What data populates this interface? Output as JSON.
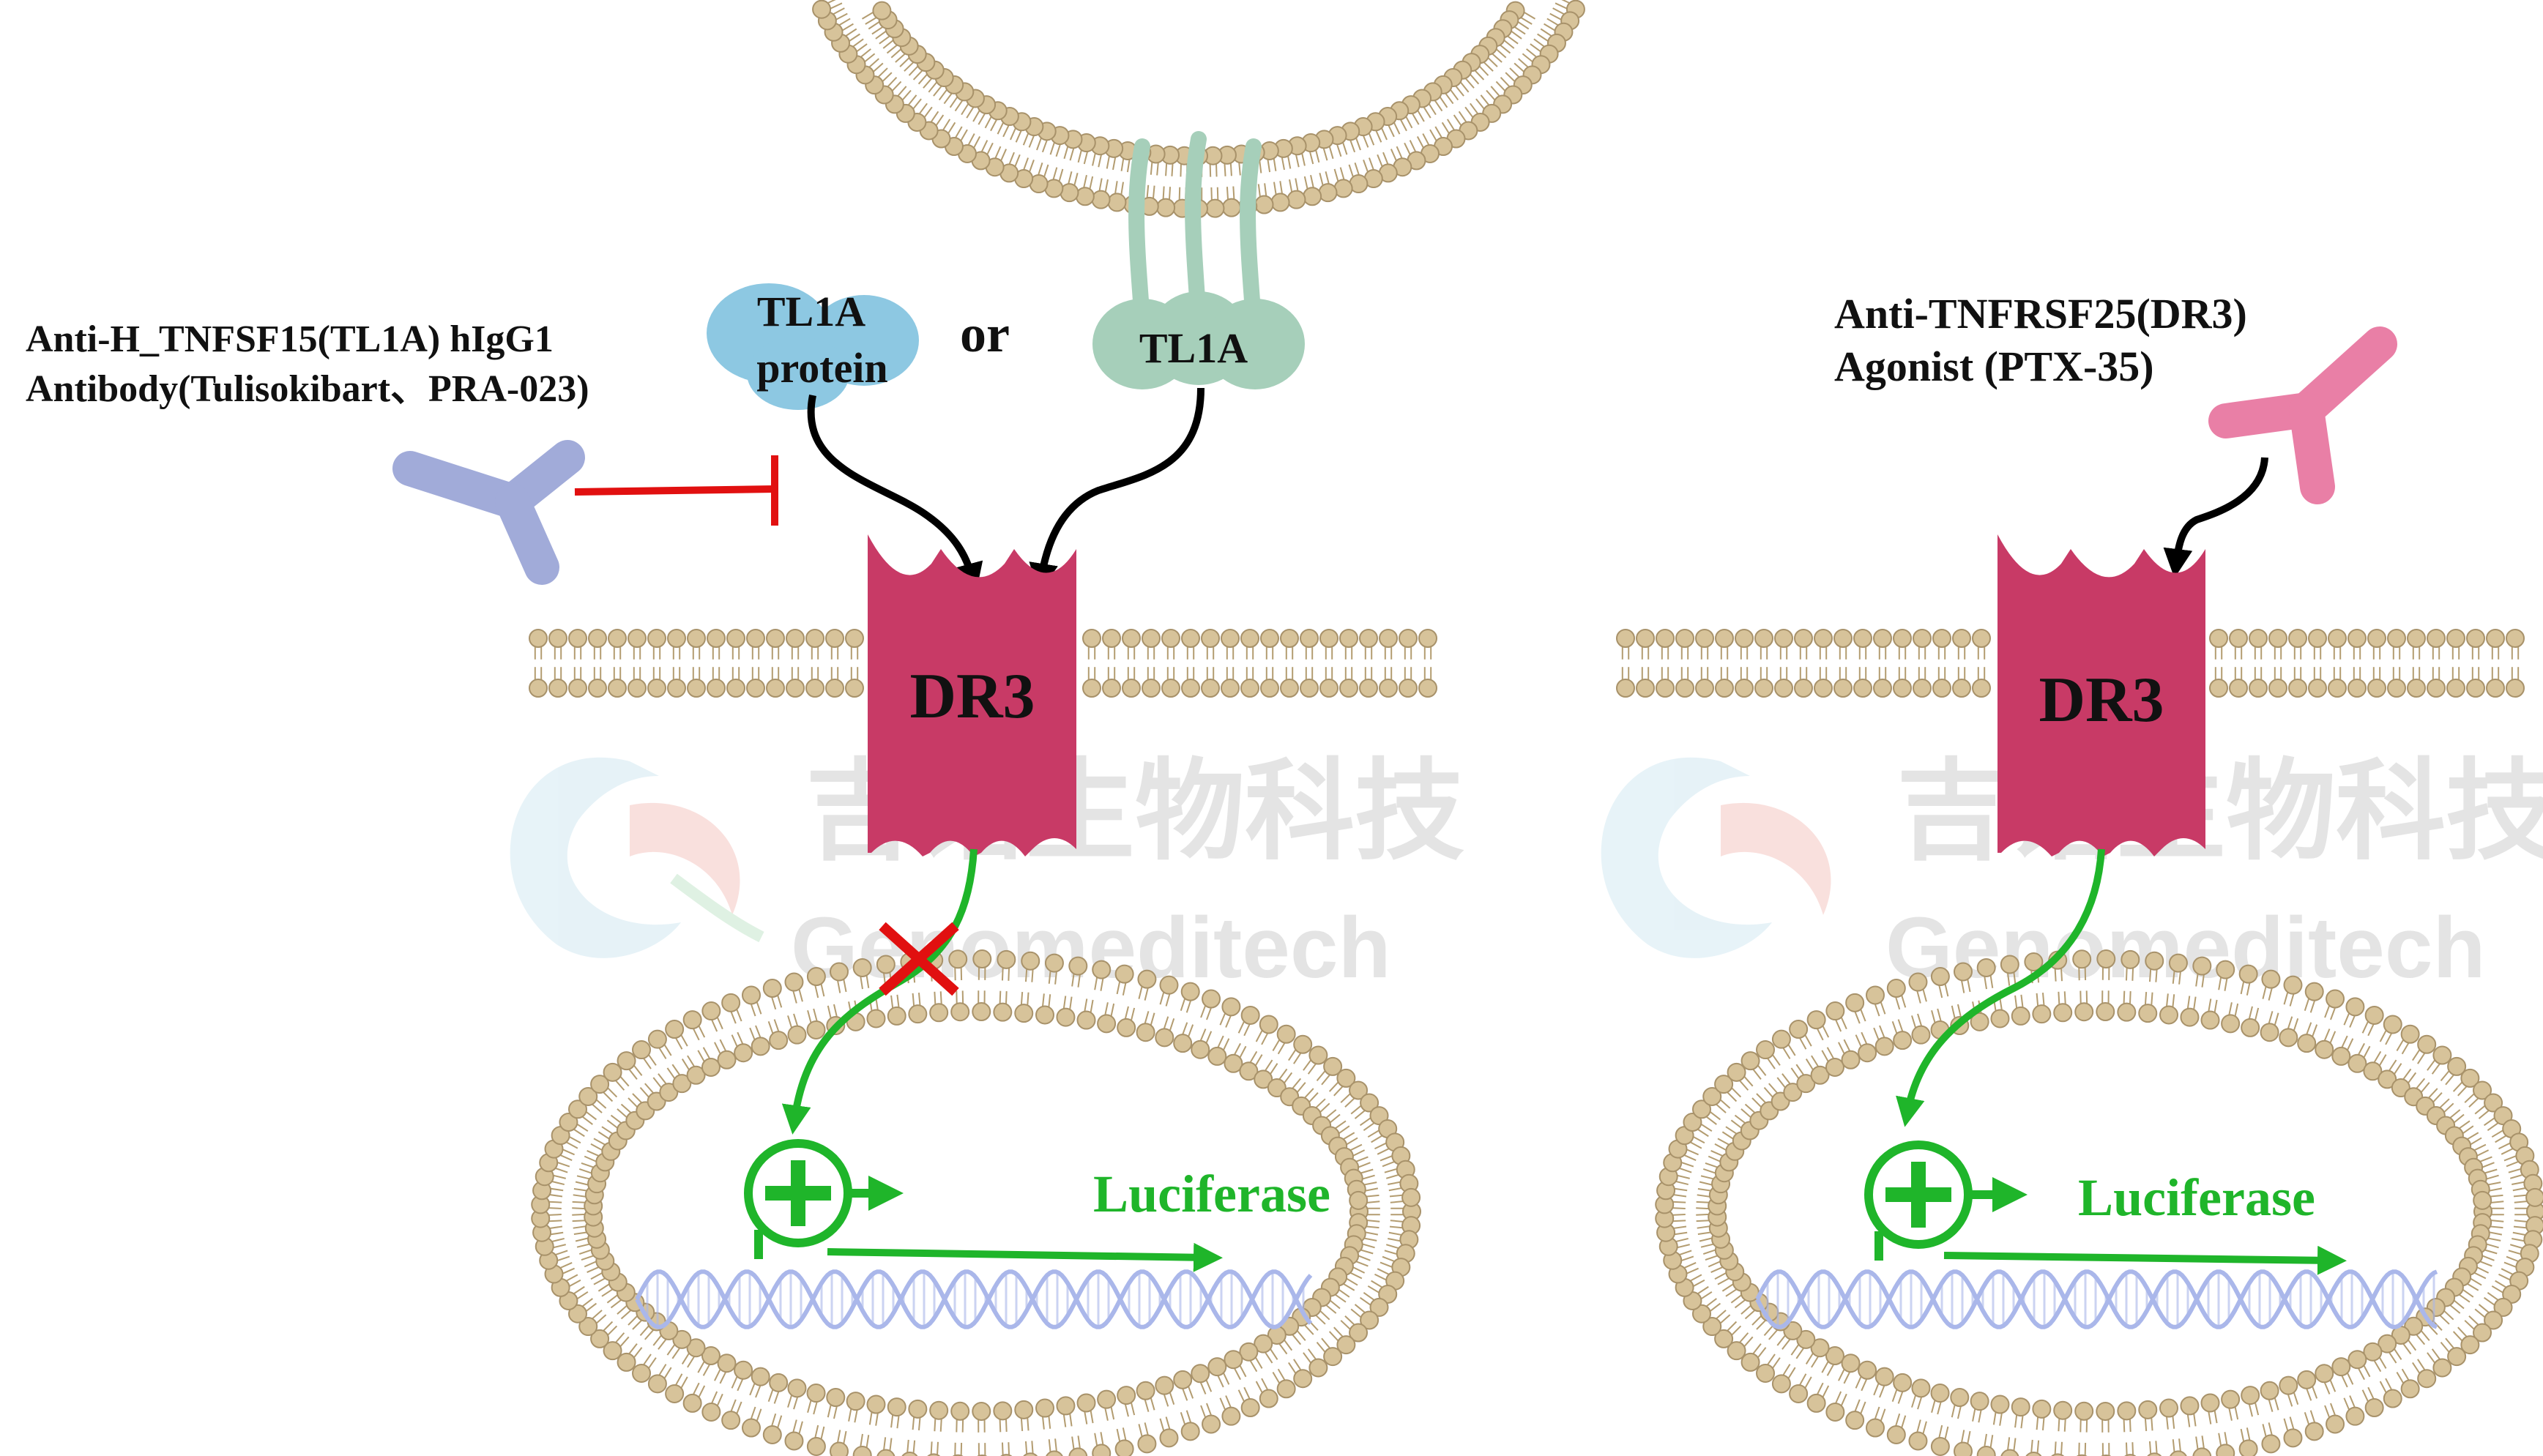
{
  "left_panel": {
    "antibody_label_line1": "Anti-H_TNFSF15(TL1A) hIgG1",
    "antibody_label_line2": "Antibody(Tulisokibart、PRA-023)",
    "tl1a_protein_line1": "TL1A",
    "tl1a_protein_line2": "protein",
    "or_label": "or",
    "tl1a_membrane_label": "TL1A",
    "receptor_label": "DR3",
    "reporter_label": "Luciferase"
  },
  "right_panel": {
    "agonist_label_line1": "Anti-TNFRSF25(DR3)",
    "agonist_label_line2": "Agonist (PTX-35)",
    "receptor_label": "DR3",
    "reporter_label": "Luciferase"
  },
  "watermark": {
    "cn": "吉诺生物科技",
    "en": "Genomeditech"
  },
  "colors": {
    "lipid_head": "#d7c39a",
    "lipid_stroke": "#a8926a",
    "receptor": "#c83a66",
    "tl1a_protein": "#8dc8e2",
    "tl1a_membrane": "#a6cfba",
    "antibody_anti_tl1a": "#a1abd9",
    "agonist": "#e97fa6",
    "signal_green": "#1fb52a",
    "block_red": "#e11010",
    "dna": "#aab7ea"
  },
  "icons": {
    "blocked_signal": "red-x-icon",
    "activation": "plus-circle-icon",
    "inhibition": "inhibition-bar-icon"
  }
}
